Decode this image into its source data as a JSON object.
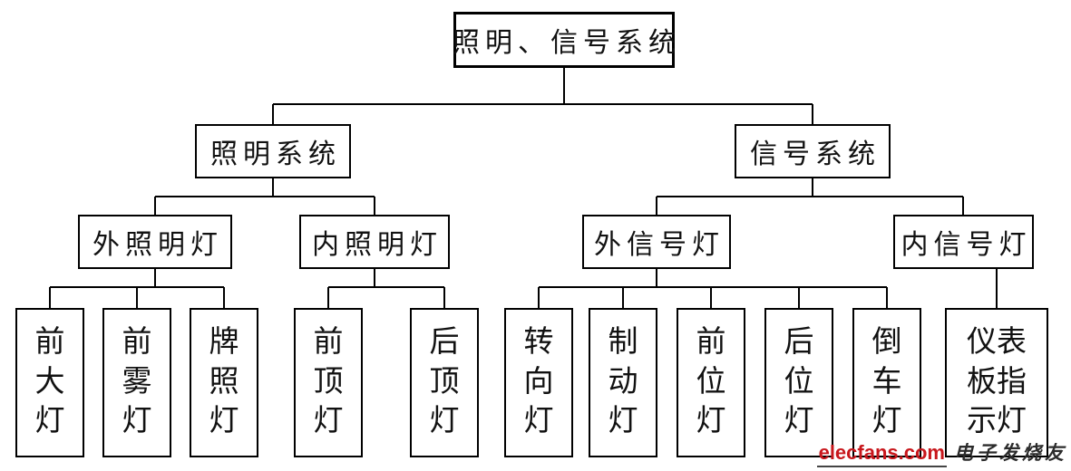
{
  "diagram_title": "照明、信号系统",
  "nodes": {
    "root": {
      "label": "照明、信号系统"
    },
    "lighting_system": {
      "label": "照明系统"
    },
    "signal_system": {
      "label": "信号系统"
    },
    "exterior_lighting": {
      "label": "外照明灯"
    },
    "interior_lighting": {
      "label": "内照明灯"
    },
    "exterior_signal": {
      "label": "外信号灯"
    },
    "interior_signal": {
      "label": "内信号灯"
    },
    "leaves": [
      {
        "label": "前大灯"
      },
      {
        "label": "前雾灯"
      },
      {
        "label": "牌照灯"
      },
      {
        "label": "前顶灯"
      },
      {
        "label": "后顶灯"
      },
      {
        "label": "转向灯"
      },
      {
        "label": "制动灯"
      },
      {
        "label": "前位灯"
      },
      {
        "label": "后位灯"
      },
      {
        "label": "倒车灯"
      },
      {
        "label": "仪表板指示灯"
      }
    ]
  },
  "connector_color": "#000000",
  "watermark": {
    "brand": "elecfans",
    "suffix": ".com",
    "cn_text": "电子发烧友",
    "brand_color": "#c8171c"
  }
}
